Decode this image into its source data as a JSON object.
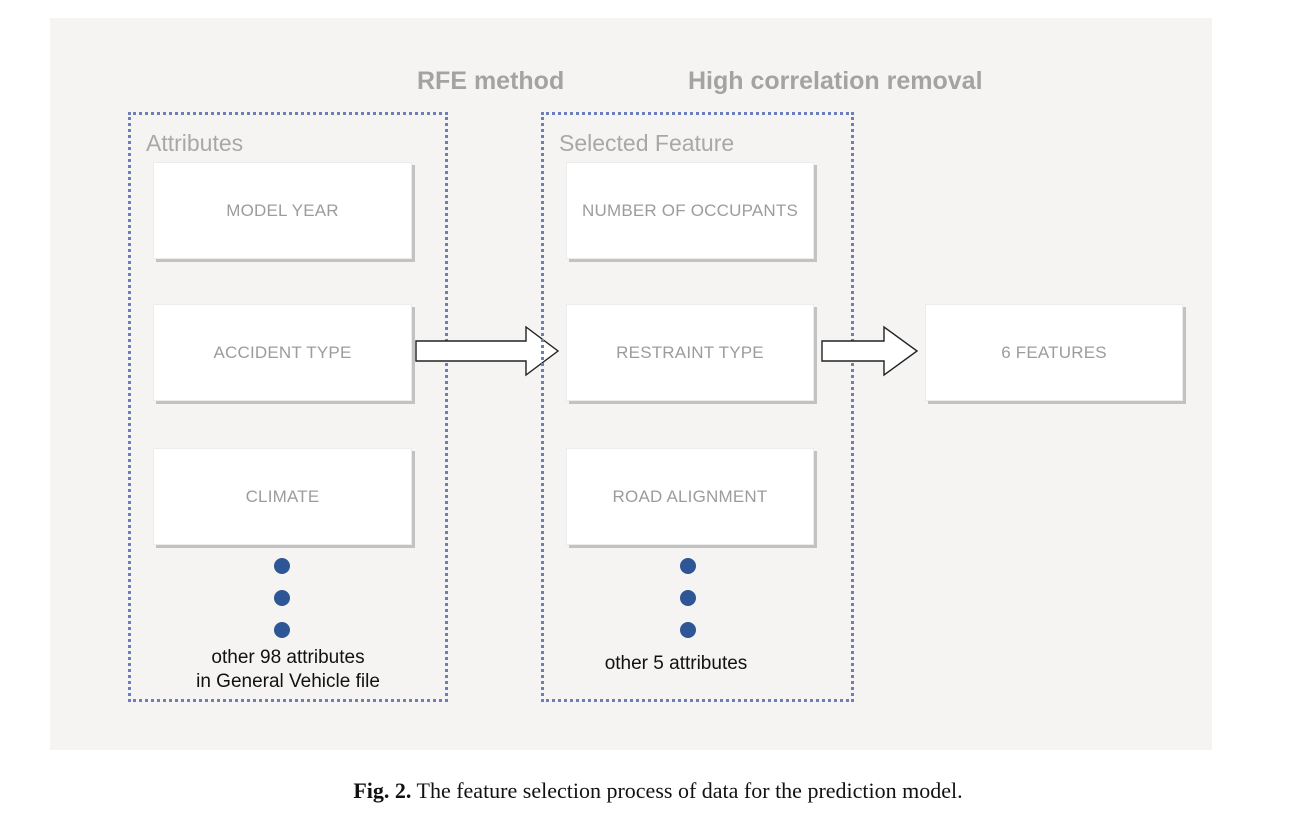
{
  "steps": {
    "rfe": "RFE method",
    "correlation": "High correlation removal"
  },
  "attributes_group": {
    "title": "Attributes",
    "items": [
      "MODEL YEAR",
      "ACCIDENT TYPE",
      "CLIMATE"
    ],
    "note_line1": "other 98 attributes",
    "note_line2": "in General Vehicle file"
  },
  "selected_group": {
    "title": "Selected Feature",
    "items": [
      "NUMBER OF OCCUPANTS",
      "RESTRAINT TYPE",
      "ROAD ALIGNMENT"
    ],
    "note": "other 5 attributes"
  },
  "result": "6 FEATURES",
  "caption": {
    "label": "Fig. 2.",
    "text": "The feature selection process of data for the prediction model."
  },
  "colors": {
    "panel": "#f5f4f3",
    "dotted_border": "#6b7fb8",
    "dot": "#2e5596",
    "label_gray": "#a3a3a3"
  },
  "icons": [
    "ellipsis-dot-icon",
    "right-arrow-icon"
  ]
}
